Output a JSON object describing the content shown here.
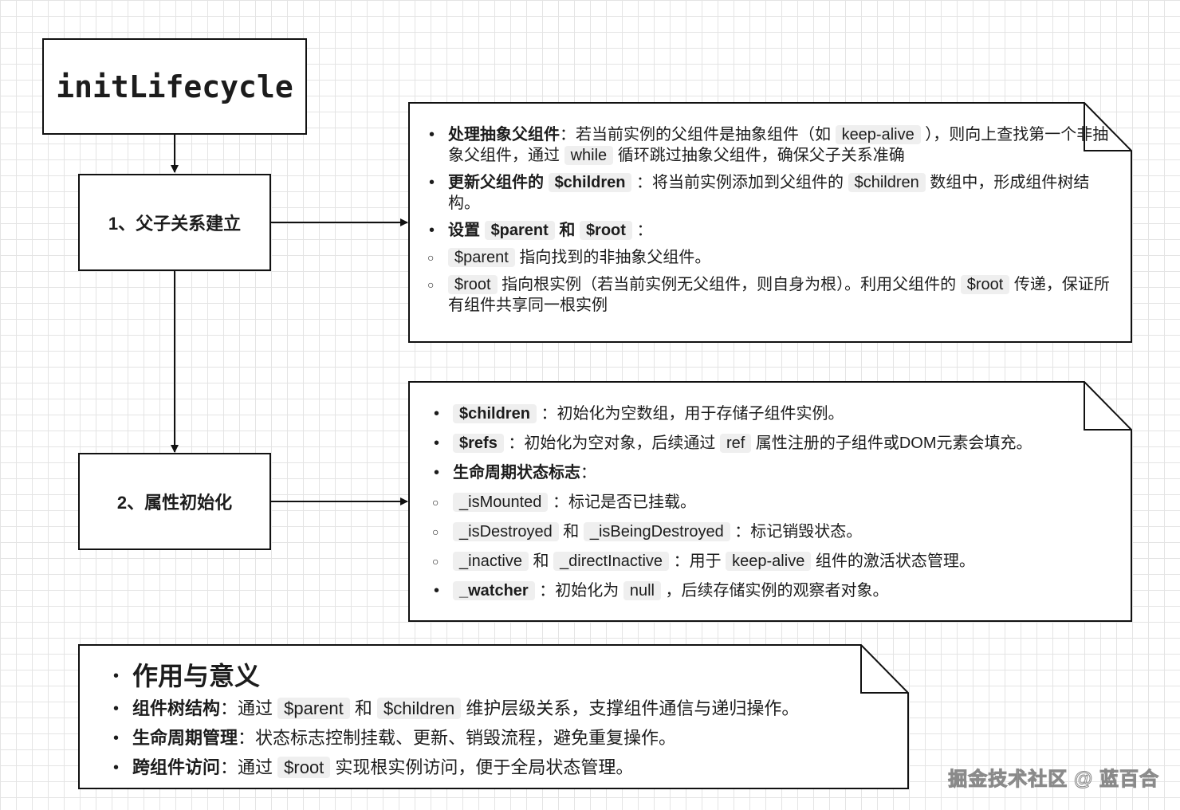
{
  "title": "initLifecycle",
  "steps": {
    "step1": "1、父子关系建立",
    "step2": "2、属性初始化"
  },
  "note1": {
    "i1": {
      "bold": "处理抽象父组件",
      "t1": "：若当前实例的父组件是抽象组件（如 ",
      "c1": "keep-alive",
      "t2": " ），则向上查找第一个非抽象父组件，通过 ",
      "c2": "while",
      "t3": " 循环跳过抽象父组件，确保父子关系准确"
    },
    "i2": {
      "bold": "更新父组件的 ",
      "c1": "$children",
      "t1": " ：将当前实例添加到父组件的 ",
      "c2": "$children",
      "t2": " 数组中，形成组件树结构。"
    },
    "i3": {
      "b1": "设置 ",
      "c1": "$parent",
      "b2": " 和 ",
      "c2": "$root",
      "t1": " ："
    },
    "s1": {
      "c1": "$parent",
      "t1": " 指向找到的非抽象父组件。"
    },
    "s2": {
      "c1": "$root",
      "t1": " 指向根实例（若当前实例无父组件，则自身为根）。利用父组件的 ",
      "c2": "$root",
      "t2": " 传递，保证所有组件共享同一根实例"
    }
  },
  "note2": {
    "i1": {
      "c1": "$children",
      "t1": " ：初始化为空数组，用于存储子组件实例。"
    },
    "i2": {
      "c1": "$refs",
      "t1": " ：初始化为空对象，后续通过 ",
      "c2": "ref",
      "t2": " 属性注册的子组件或DOM元素会填充。"
    },
    "i3": {
      "bold": "生命周期状态标志",
      "t1": "："
    },
    "s1": {
      "c1": "_isMounted",
      "t1": " ：标记是否已挂载。"
    },
    "s2": {
      "c1": "_isDestroyed",
      "t1": " 和 ",
      "c2": "_isBeingDestroyed",
      "t2": " ：标记销毁状态。"
    },
    "s3": {
      "c1": "_inactive",
      "t1": " 和 ",
      "c2": "_directInactive",
      "t2": " ：用于 ",
      "c3": "keep-alive",
      "t3": " 组件的激活状态管理。"
    },
    "i4": {
      "c1": "_watcher",
      "t1": " ：初始化为 ",
      "c2": "null",
      "t2": " ，后续存储实例的观察者对象。"
    }
  },
  "note3": {
    "headline": "作用与意义",
    "i1": {
      "bold": "组件树结构",
      "t1": "：通过 ",
      "c1": "$parent",
      "t2": " 和 ",
      "c2": "$children",
      "t3": " 维护层级关系，支撑组件通信与递归操作。"
    },
    "i2": {
      "bold": "生命周期管理",
      "t1": "：状态标志控制挂载、更新、销毁流程，避免重复操作。"
    },
    "i3": {
      "bold": "跨组件访问",
      "t1": "：通过 ",
      "c1": "$root",
      "t2": " 实现根实例访问，便于全局状态管理。"
    }
  },
  "watermark": "掘金技术社区 @ 蓝百合"
}
